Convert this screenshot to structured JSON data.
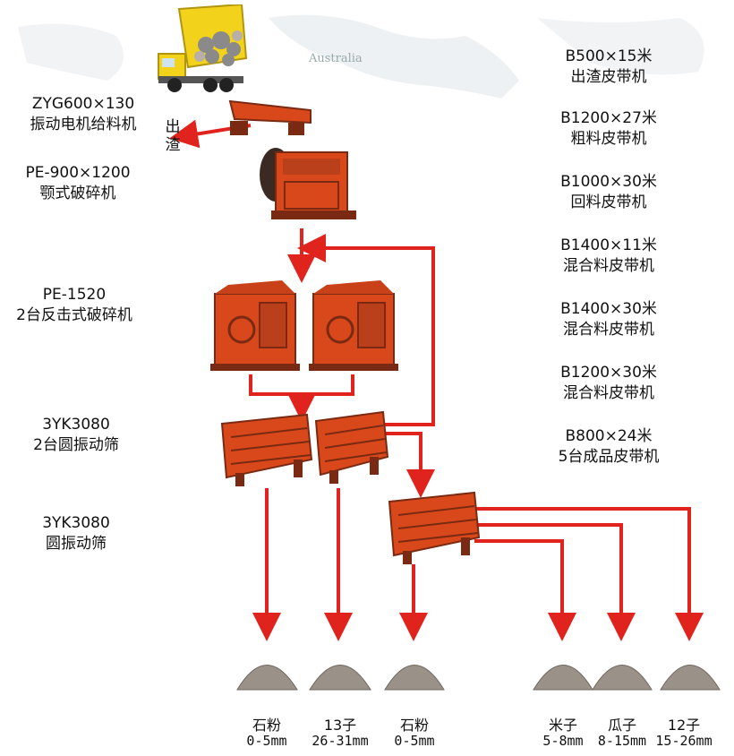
{
  "background": {
    "map_label": "Australia"
  },
  "equipment_labels": {
    "feeder": {
      "line1": "ZYG600×130",
      "line2": "振动电机给料机"
    },
    "jaw": {
      "line1": "PE-900×1200",
      "line2": "颚式破碎机"
    },
    "impact": {
      "line1": "PE-1520",
      "line2": "2台反击式破碎机"
    },
    "screen1": {
      "line1": "3YK3080",
      "line2": "2台圆振动筛"
    },
    "screen2": {
      "line1": "3YK3080",
      "line2": "圆振动筛"
    }
  },
  "waste_output": {
    "line1": "出",
    "line2": "渣"
  },
  "belt_conveyors": [
    {
      "line1": "B500×15米",
      "line2": "出渣皮带机"
    },
    {
      "line1": "B1200×27米",
      "line2": "粗料皮带机"
    },
    {
      "line1": "B1000×30米",
      "line2": "回料皮带机"
    },
    {
      "line1": "B1400×11米",
      "line2": "混合料皮带机"
    },
    {
      "line1": "B1400×30米",
      "line2": "混合料皮带机"
    },
    {
      "line1": "B1200×30米",
      "line2": "混合料皮带机"
    },
    {
      "line1": "B800×24米",
      "line2": "5台成品皮带机"
    }
  ],
  "products": [
    {
      "name": "石粉",
      "size": "0-5mm"
    },
    {
      "name": "13子",
      "size": "26-31mm"
    },
    {
      "name": "石粉",
      "size": "0-5mm"
    },
    {
      "name": "米子",
      "size": "5-8mm"
    },
    {
      "name": "瓜子",
      "size": "8-15mm"
    },
    {
      "name": "12子",
      "size": "15-26mm"
    }
  ],
  "colors": {
    "flow_arrow": "#e0231c",
    "machine_body": "#d9481b",
    "machine_dark": "#7a2a12",
    "truck_yellow": "#f2d21a",
    "stone_pile": "#9a9288"
  }
}
